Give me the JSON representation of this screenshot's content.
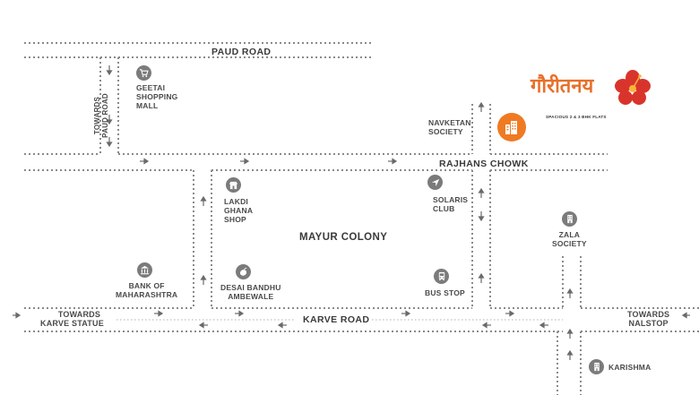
{
  "roads": {
    "paud_road": "PAUD ROAD",
    "rajhans_chowk": "RAJHANS CHOWK",
    "karve_road": "KARVE ROAD",
    "towards_paud_road": [
      "TOWARDS",
      "PAUD ROAD"
    ]
  },
  "areas": {
    "mayur_colony": "MAYUR COLONY"
  },
  "directions": {
    "towards_karve_statue": [
      "TOWARDS",
      "KARVE STATUE"
    ],
    "towards_nalstop": [
      "TOWARDS",
      "NALSTOP"
    ]
  },
  "landmarks": {
    "geetai": {
      "lines": [
        "GEETAI",
        "SHOPPING",
        "MALL"
      ],
      "icon": "shopping-cart-icon"
    },
    "navketan": {
      "lines": [
        "NAVKETAN",
        "SOCIETY"
      ]
    },
    "lakdi_ghana": {
      "lines": [
        "LAKDI",
        "GHANA",
        "SHOP"
      ],
      "icon": "shop-icon"
    },
    "solaris": {
      "lines": [
        "SOLARIS",
        "CLUB"
      ],
      "icon": "navigation-icon"
    },
    "zala": {
      "lines": [
        "ZALA",
        "SOCIETY"
      ],
      "icon": "building-icon"
    },
    "bank": {
      "lines": [
        "BANK OF",
        "MAHARASHTRA"
      ],
      "icon": "bank-icon"
    },
    "desai": {
      "lines": [
        "DESAI BANDHU",
        "AMBEWALE"
      ],
      "icon": "mango-icon"
    },
    "bus_stop": {
      "lines": [
        "BUS STOP"
      ],
      "icon": "bus-icon"
    },
    "karishma": {
      "lines": [
        "KARISHMA"
      ],
      "icon": "building-icon"
    }
  },
  "project": {
    "name": "गौरीतनय",
    "tagline": "SPACIOUS 2 & 3 BHK FLATS",
    "icon": "project-building-icon",
    "brand_color": "#e8702a",
    "flower_color": "#d9342b"
  },
  "colors": {
    "road_dots": "#8a8a8a",
    "icon_bg": "#7b7b7b",
    "text": "#4a4a4a"
  }
}
